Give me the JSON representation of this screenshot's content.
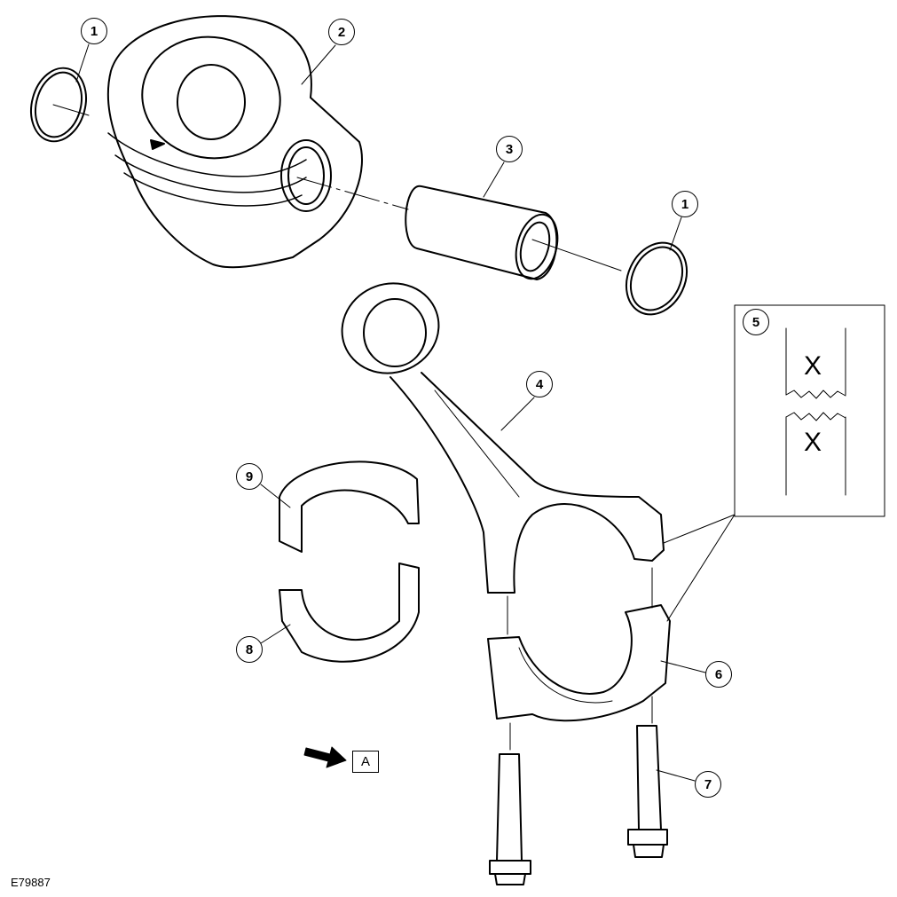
{
  "figure_id": "E79887",
  "callouts": {
    "snap_ring_top": "1",
    "piston": "2",
    "piston_pin": "3",
    "snap_ring_right": "1",
    "connecting_rod": "4",
    "detail": "5",
    "rod_cap": "6",
    "bolt": "7",
    "lower_bearing": "8",
    "upper_bearing": "9"
  },
  "detail_box": {
    "mark_top": "X",
    "mark_bottom": "X"
  },
  "view_label": "A"
}
